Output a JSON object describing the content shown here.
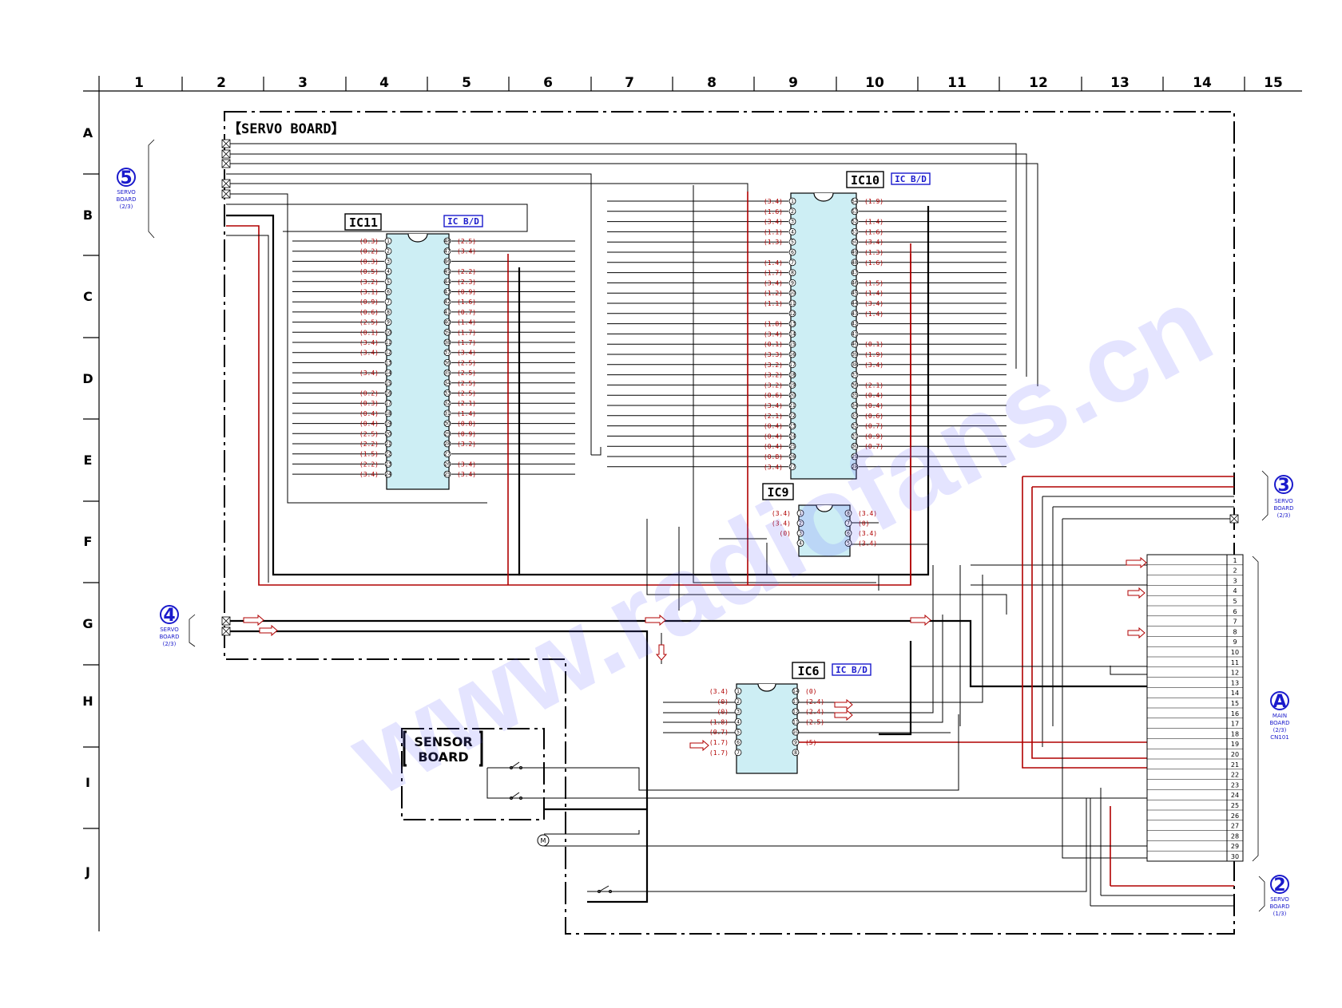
{
  "grid": {
    "columns": [
      "1",
      "2",
      "3",
      "4",
      "5",
      "6",
      "7",
      "8",
      "9",
      "10",
      "11",
      "12",
      "13",
      "14",
      "15"
    ],
    "rows": [
      "A",
      "B",
      "C",
      "D",
      "E",
      "F",
      "G",
      "H",
      "I",
      "J"
    ]
  },
  "board_title": "【SERVO BOARD】",
  "sensor_board": {
    "line1": "SENSOR",
    "line2": "BOARD"
  },
  "ics": {
    "ic11": {
      "label": "IC11",
      "tag": "IC B/D",
      "left_volts": [
        "(0.3)",
        "(0.2)",
        "(0.3)",
        "(0.5)",
        "(3.2)",
        "(3.1)",
        "(0.9)",
        "(0.6)",
        "(2.5)",
        "(0.1)",
        "(3.4)",
        "(3.4)",
        "",
        "(3.4)",
        "",
        "(0.2)",
        "(0.3)",
        "(0.4)",
        "(0.4)",
        "(2.5)",
        "(2.2)",
        "(1.5)",
        "(2.2)",
        "(3.4)"
      ],
      "right_volts": [
        "(2.5)",
        "(3.4)",
        "",
        "(2.2)",
        "(2.3)",
        "(0.9)",
        "(1.6)",
        "(0.7)",
        "(1.4)",
        "(1.7)",
        "(1.7)",
        "(3.4)",
        "(2.5)",
        "(2.5)",
        "(2.5)",
        "(2.5)",
        "(2.1)",
        "(1.4)",
        "(0.8)",
        "(0.9)",
        "(3.2)",
        "",
        "(3.4)",
        "(3.4)"
      ]
    },
    "ic10": {
      "label": "IC10",
      "tag": "IC B/D",
      "left_volts": [
        "(3.4)",
        "(1.6)",
        "(3.4)",
        "(1.1)",
        "(1.3)",
        "",
        "(1.4)",
        "(1.7)",
        "(3.4)",
        "(1.2)",
        "(1.1)",
        "",
        "(1.8)",
        "(3.4)",
        "(0.1)",
        "(3.3)",
        "(3.2)",
        "(3.2)",
        "(3.2)",
        "(0.6)",
        "(3.4)",
        "(2.1)",
        "(0.4)",
        "(0.4)",
        "(0.4)",
        "(0.8)",
        "(3.4)"
      ],
      "right_volts": [
        "(1.9)",
        "",
        "(1.4)",
        "(1.6)",
        "(3.4)",
        "(1.3)",
        "(1.6)",
        "",
        "(1.5)",
        "(1.4)",
        "(3.4)",
        "(1.4)",
        "",
        "",
        "(0.1)",
        "(1.9)",
        "(3.4)",
        "",
        "(2.1)",
        "(0.4)",
        "(0.4)",
        "(0.6)",
        "(0.7)",
        "(0.9)",
        "(0.7)",
        "",
        ""
      ]
    },
    "ic9": {
      "label": "IC9",
      "left_volts": [
        "(3.4)",
        "(3.4)",
        "(0)",
        ""
      ],
      "right_volts": [
        "(3.4)",
        "(0)",
        "(3.4)",
        "(3.4)"
      ]
    },
    "ic6": {
      "label": "IC6",
      "tag": "IC B/D",
      "left_volts": [
        "(3.4)",
        "(0)",
        "(0)",
        "(1.8)",
        "(0.7)",
        "(1.7)",
        "(1.7)"
      ],
      "right_volts": [
        "(0)",
        "(2.4)",
        "(2.4)",
        "(2.5)",
        "",
        "(5)",
        ""
      ]
    }
  },
  "main_connector": {
    "pins": [
      "1",
      "2",
      "3",
      "4",
      "5",
      "6",
      "7",
      "8",
      "9",
      "10",
      "11",
      "12",
      "13",
      "14",
      "15",
      "16",
      "17",
      "18",
      "19",
      "20",
      "21",
      "22",
      "23",
      "24",
      "25",
      "26",
      "27",
      "28",
      "29",
      "30"
    ]
  },
  "refs": [
    {
      "id": "5",
      "sub": [
        "SERVO",
        "BOARD",
        "(2/3)"
      ]
    },
    {
      "id": "4",
      "sub": [
        "SERVO",
        "BOARD",
        "(2/3)"
      ]
    },
    {
      "id": "3",
      "sub": [
        "SERVO",
        "BOARD",
        "(2/3)"
      ]
    },
    {
      "id": "A",
      "sub": [
        "MAIN",
        "BOARD",
        "(2/3)",
        "CN101"
      ]
    },
    {
      "id": "2",
      "sub": [
        "SERVO",
        "BOARD",
        "(1/3)"
      ]
    }
  ]
}
